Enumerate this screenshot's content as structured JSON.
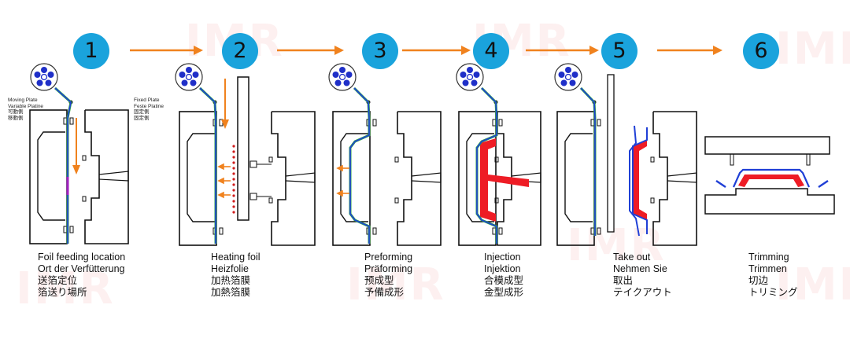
{
  "steps": [
    {
      "number": "1",
      "caption": [
        "Foil feeding location",
        "Ort der Verfütterung",
        "送箔定位",
        "箔送り場所"
      ]
    },
    {
      "number": "2",
      "caption": [
        "Heating foil",
        "Heizfolie",
        "加热箔膜",
        "加熱箔膜"
      ]
    },
    {
      "number": "3",
      "caption": [
        "Preforming",
        "Präforming",
        "预成型",
        "予備成形"
      ]
    },
    {
      "number": "4",
      "caption": [
        "Injection",
        "Injektion",
        "合模成型",
        "金型成形"
      ]
    },
    {
      "number": "5",
      "caption": [
        "Take out",
        "Nehmen Sie",
        "取出",
        "テイクアウト"
      ]
    },
    {
      "number": "6",
      "caption": [
        "Trimming",
        "Trimmen",
        "切边",
        "トリミング"
      ]
    }
  ],
  "labels": {
    "moving_plate": [
      "Moving Plate",
      "Variable Platine",
      "可動側",
      "移動側"
    ],
    "fixed_plate": [
      "Fixed Plate",
      "Feste Platine",
      "固定側",
      "固定側"
    ]
  },
  "watermark": "IMR",
  "colors": {
    "step_circle": "#1aa3dc",
    "arrow": "#f0821e",
    "foil_blue": "#1f3fd6",
    "foil_green": "#2ea34a",
    "injection": "#ee1c25",
    "reel": "#1f2fc8"
  }
}
